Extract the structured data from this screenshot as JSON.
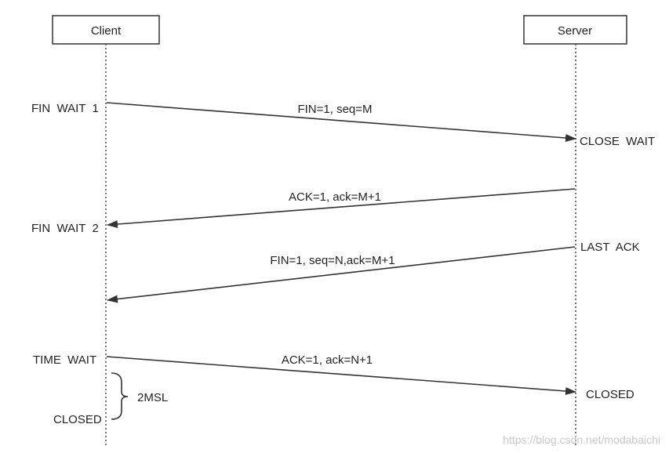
{
  "participants": {
    "client": "Client",
    "server": "Server"
  },
  "client_states": {
    "fin_wait_1": "FIN  WAIT  1",
    "fin_wait_2": "FIN  WAIT  2",
    "time_wait": "TIME  WAIT",
    "closed": "CLOSED"
  },
  "server_states": {
    "close_wait": "CLOSE  WAIT",
    "last_ack": "LAST  ACK",
    "closed": "CLOSED"
  },
  "messages": {
    "m1": "FIN=1, seq=M",
    "m2": "ACK=1, ack=M+1",
    "m3": "FIN=1, seq=N,ack=M+1",
    "m4": "ACK=1, ack=N+1"
  },
  "timer": {
    "label": "2MSL"
  },
  "watermark": "https://blog.csdn.net/modabaichi",
  "colors": {
    "line": "#333333",
    "lifeline": "#555555"
  }
}
